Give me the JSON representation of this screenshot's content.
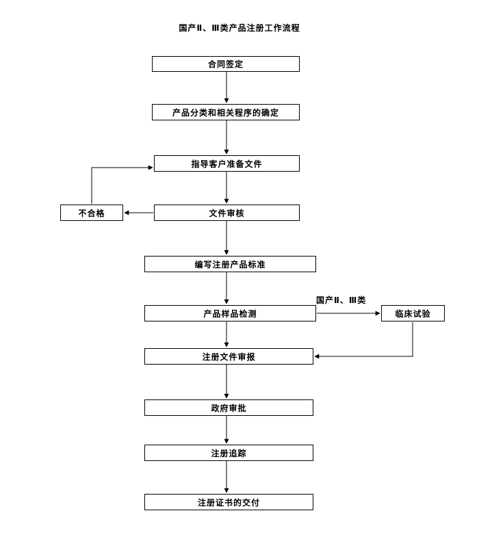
{
  "title": "国产Ⅱ、Ⅲ类产品注册工作流程",
  "steps": [
    "合同签定",
    "产品分类和相关程序的确定",
    "指导客户准备文件",
    "文件审核",
    "编写注册产品标准",
    "产品样品检测",
    "注册文件审报",
    "政府审批",
    "注册追踪",
    "注册证书的交付"
  ],
  "branches": {
    "unqualified": "不合格",
    "clinical_trial": "临床试验",
    "clinical_branch_label": "国产Ⅱ、Ⅲ类"
  },
  "colors": {
    "line": "#000000",
    "text": "#000000",
    "background": "#ffffff",
    "box_background": "#ffffff"
  }
}
